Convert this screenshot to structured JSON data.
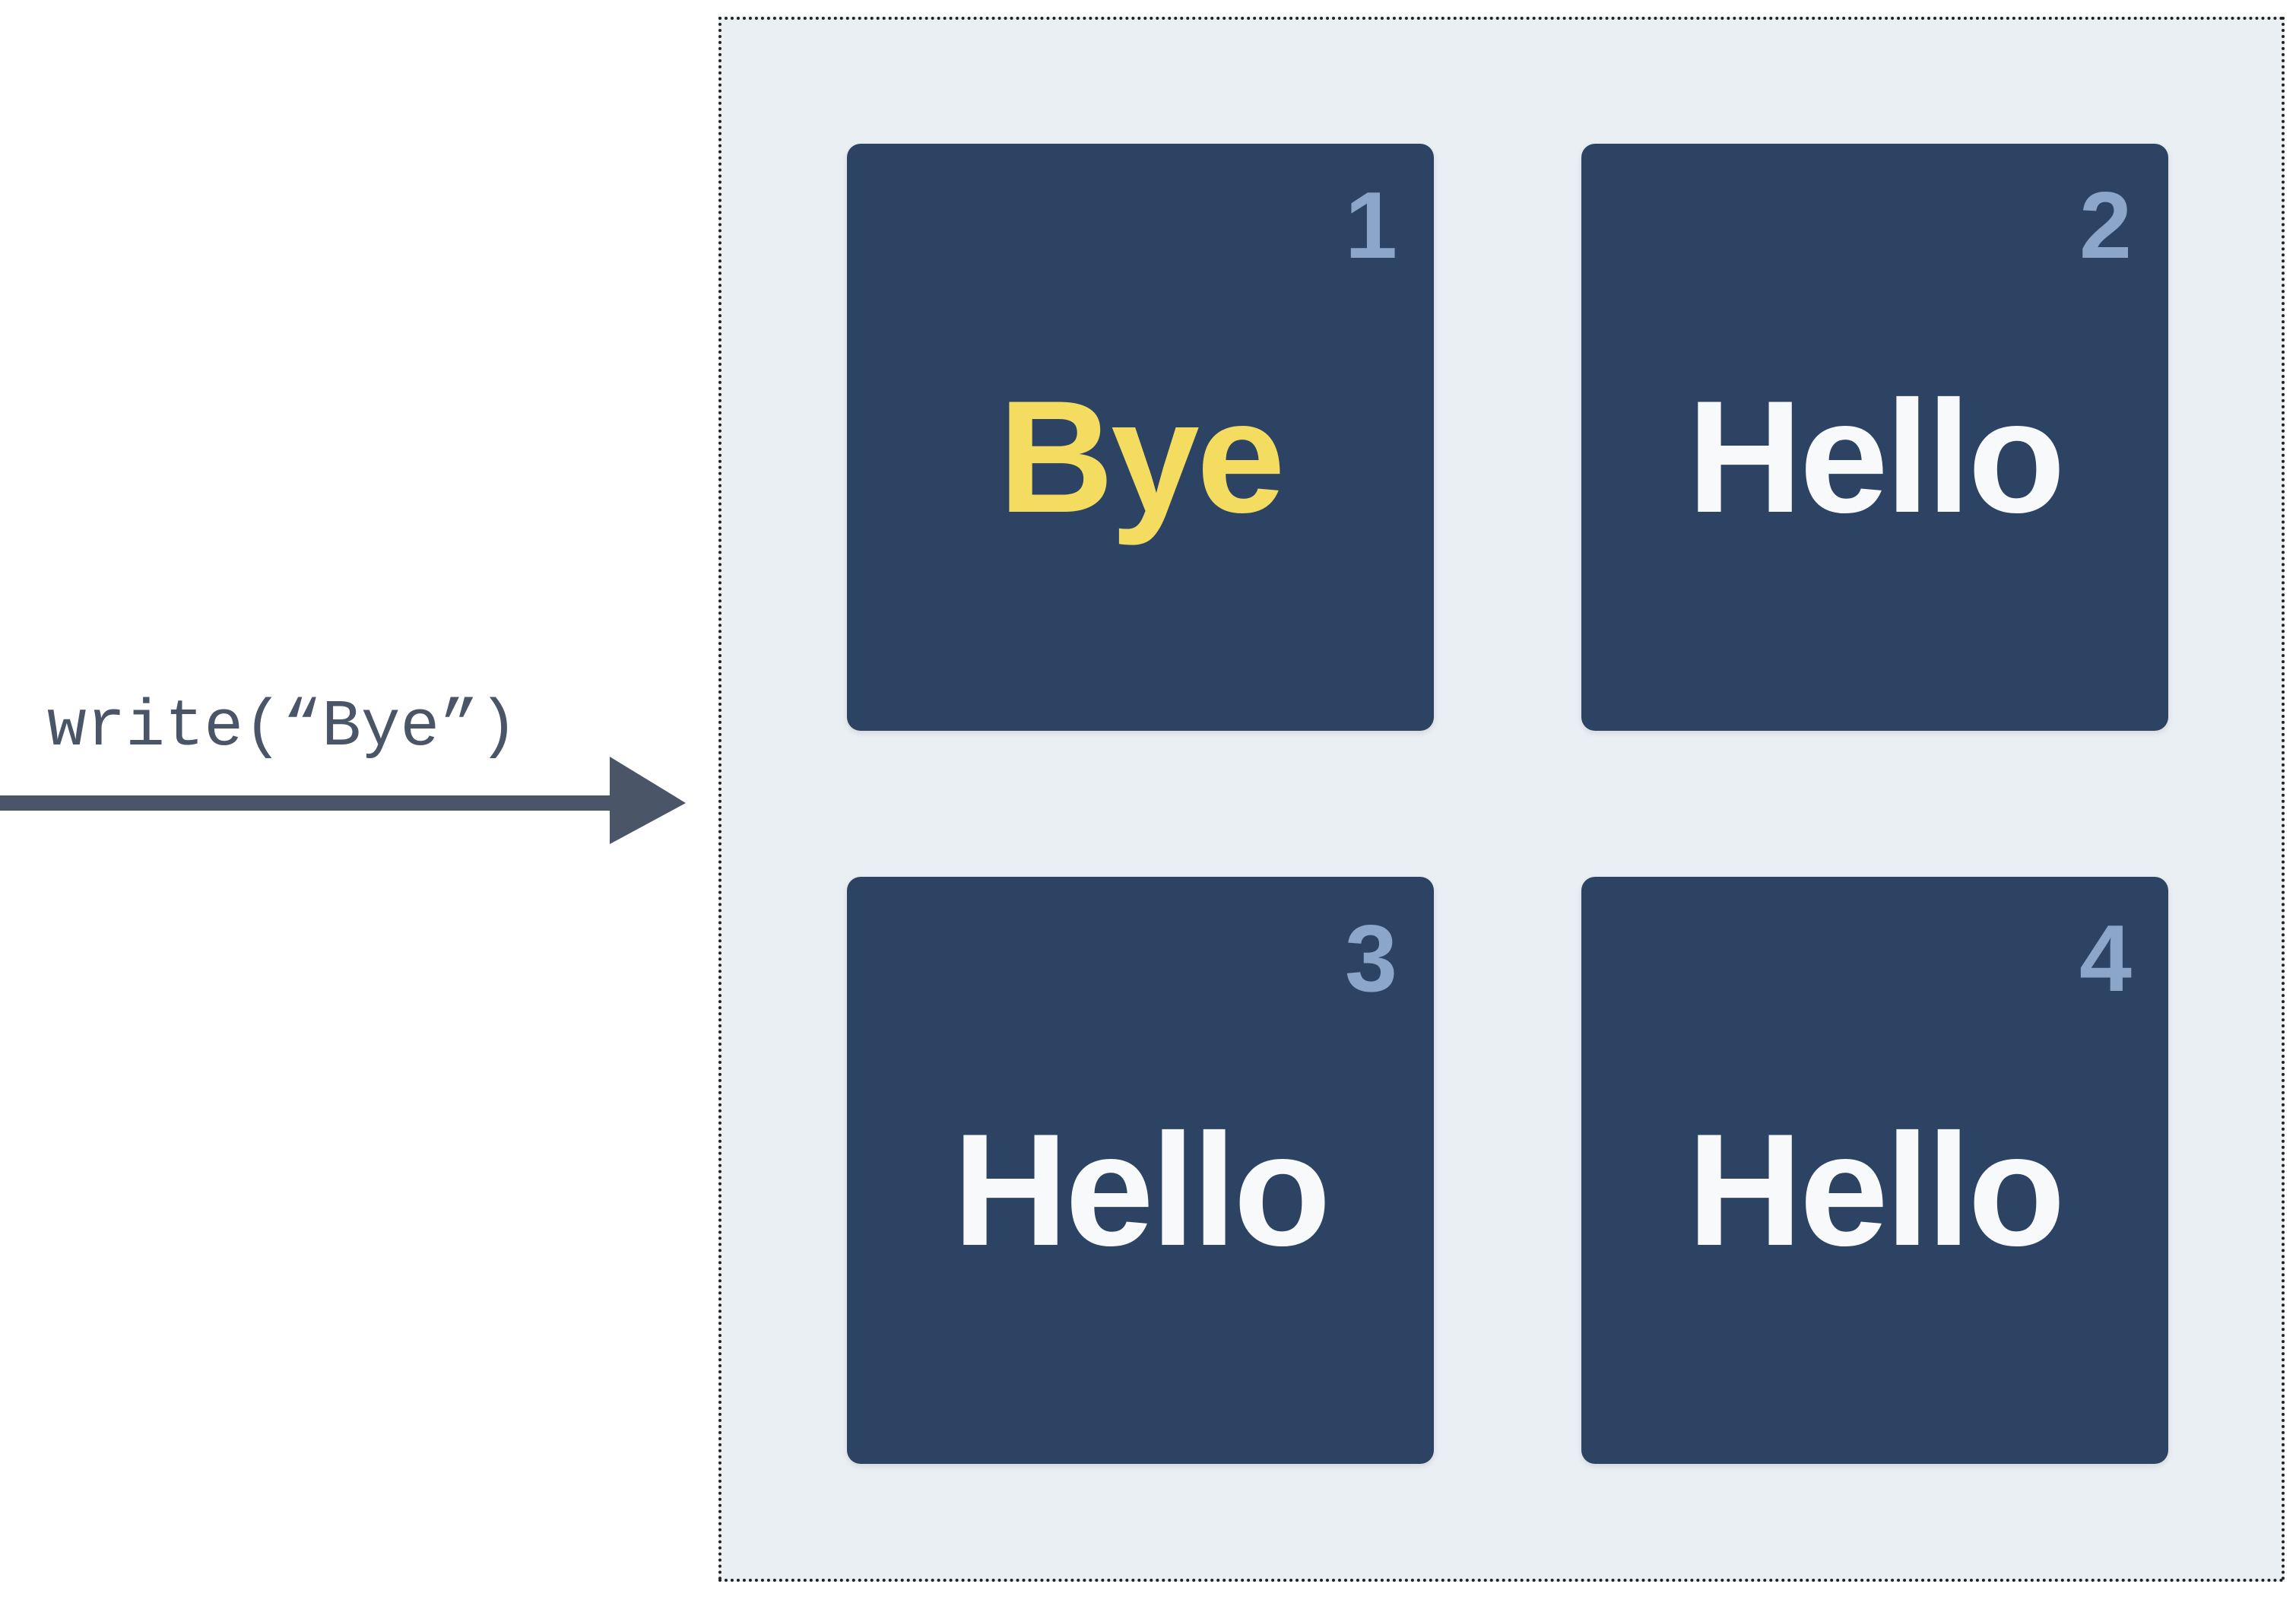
{
  "operation": {
    "label": "write(“Bye”)"
  },
  "colors": {
    "arrow": "#4a5568",
    "region_background": "#eaeff4",
    "cell_background": "#2c4364",
    "cell_index": "#8ba6c9",
    "cell_value": "#f7f9fb",
    "highlight_value": "#f4dc60"
  },
  "cells": [
    {
      "index": "1",
      "value": "Bye",
      "highlighted": true
    },
    {
      "index": "2",
      "value": "Hello",
      "highlighted": false
    },
    {
      "index": "3",
      "value": "Hello",
      "highlighted": false
    },
    {
      "index": "4",
      "value": "Hello",
      "highlighted": false
    }
  ]
}
